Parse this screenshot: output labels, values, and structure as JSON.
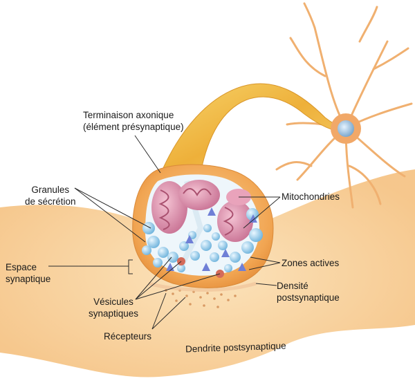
{
  "labels": {
    "axon_terminal": [
      "Terminaison axonique",
      "(élément présynaptique)"
    ],
    "secretion_granules": [
      "Granules",
      "de sécrétion"
    ],
    "mitochondria": "Mitochondries",
    "synaptic_space": [
      "Espace",
      "synaptique"
    ],
    "active_zones": "Zones actives",
    "postsynaptic_density": [
      "Densité",
      "postsynaptique"
    ],
    "synaptic_vesicles": [
      "Vésicules",
      "synaptiques"
    ],
    "receptors": "Récepteurs",
    "postsynaptic_dendrite": "Dendrite postsynaptique"
  },
  "colors": {
    "dendrite": "#f7c98d",
    "terminal_outer": "#f3ae62",
    "axon": "#f2c24a",
    "mitochondria": "#d98ba6",
    "vesicle": "#8fc8e6",
    "active_zone": "#6f7fd6",
    "neuron_body": "#f1a868",
    "nucleus": "#8fb8d8",
    "leader_line": "#2a2a2a"
  }
}
